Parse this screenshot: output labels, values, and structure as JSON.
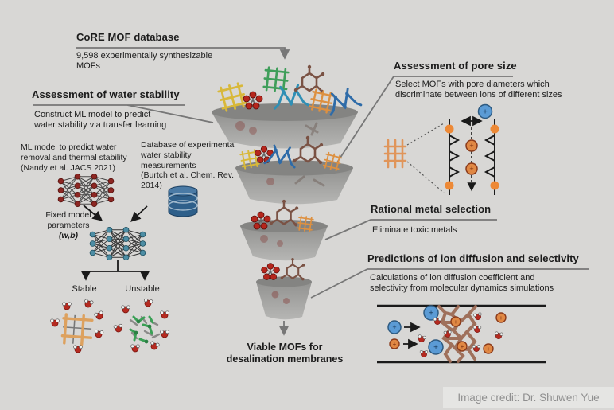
{
  "core": {
    "title": "CoRE MOF database",
    "subtitle": "9,598 experimentally synthesizable\nMOFs"
  },
  "water_stability": {
    "heading": "Assessment of water stability",
    "description": "Construct ML model to predict\nwater stability via transfer learning",
    "ml_note": "ML model to predict water\nremoval and thermal stability\n(Nandy et al. JACS 2021)",
    "db_note": "Database of experimental\nwater stability\nmeasurements\n(Burtch et al. Chem. Rev.\n2014)",
    "fixed_label": "Fixed model\nparameters",
    "fixed_params": "(w,b)",
    "stable_label": "Stable",
    "unstable_label": "Unstable"
  },
  "pore_size": {
    "heading": "Assessment of pore size",
    "description": "Select MOFs with pore diameters which\ndiscriminate between ions of different sizes"
  },
  "metal_selection": {
    "heading": "Rational metal selection",
    "description": "Eliminate toxic metals"
  },
  "ion_diffusion": {
    "heading": "Predictions of ion diffusion and selectivity",
    "description": "Calculations of ion diffusion coefficient and\nselectivity from molecular dynamics simulations"
  },
  "funnel": {
    "output_label": "Viable MOFs for\ndesalination membranes"
  },
  "credit": {
    "text": "Image credit: Dr. Shuwen Yue"
  },
  "symbols": {
    "plus": "+"
  },
  "colors": {
    "background": "#d8d7d5",
    "connector": "#777777",
    "funnel_gray": "#9a9a98",
    "mof_yellow": "#d8b83a",
    "mof_red": "#b5261c",
    "mof_green": "#3f9e5a",
    "mof_cyan": "#2f8fb5",
    "mof_brown": "#7a5244",
    "mof_orange": "#dd9040",
    "mof_blue": "#2e6ba8",
    "ion_blue": "#5b9bd5",
    "ion_orange": "#e08844",
    "database_blue": "#2e5f8a",
    "nn_source": "#8c2723",
    "nn_transfer": "#4d8da4"
  }
}
